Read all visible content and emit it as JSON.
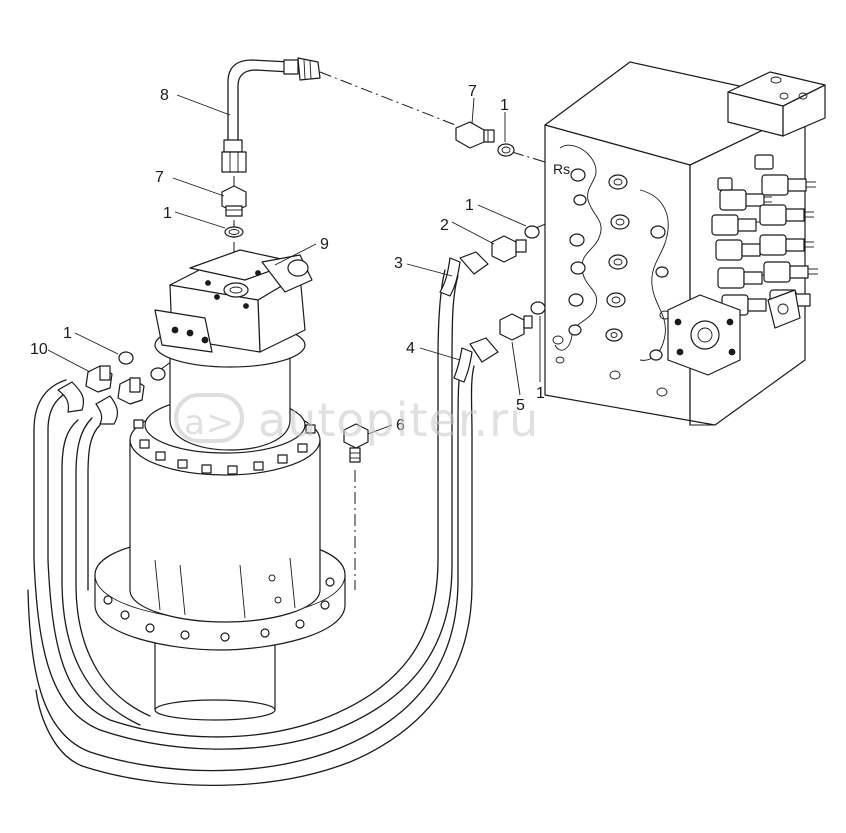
{
  "labels": {
    "p1a": "1",
    "p1b": "1",
    "p1c": "1",
    "p1d": "1",
    "p1e": "1",
    "p2": "2",
    "p3": "3",
    "p4": "4",
    "p5": "5",
    "p6": "6",
    "p7a": "7",
    "p7b": "7",
    "p8": "8",
    "p9": "9",
    "p10": "10",
    "rs": "Rs"
  },
  "watermark": {
    "logo": "a>",
    "text": "autopiter.ru"
  },
  "colors": {
    "line": "#1a1a1a",
    "watermark": "#c8c8c8",
    "background": "#ffffff"
  }
}
